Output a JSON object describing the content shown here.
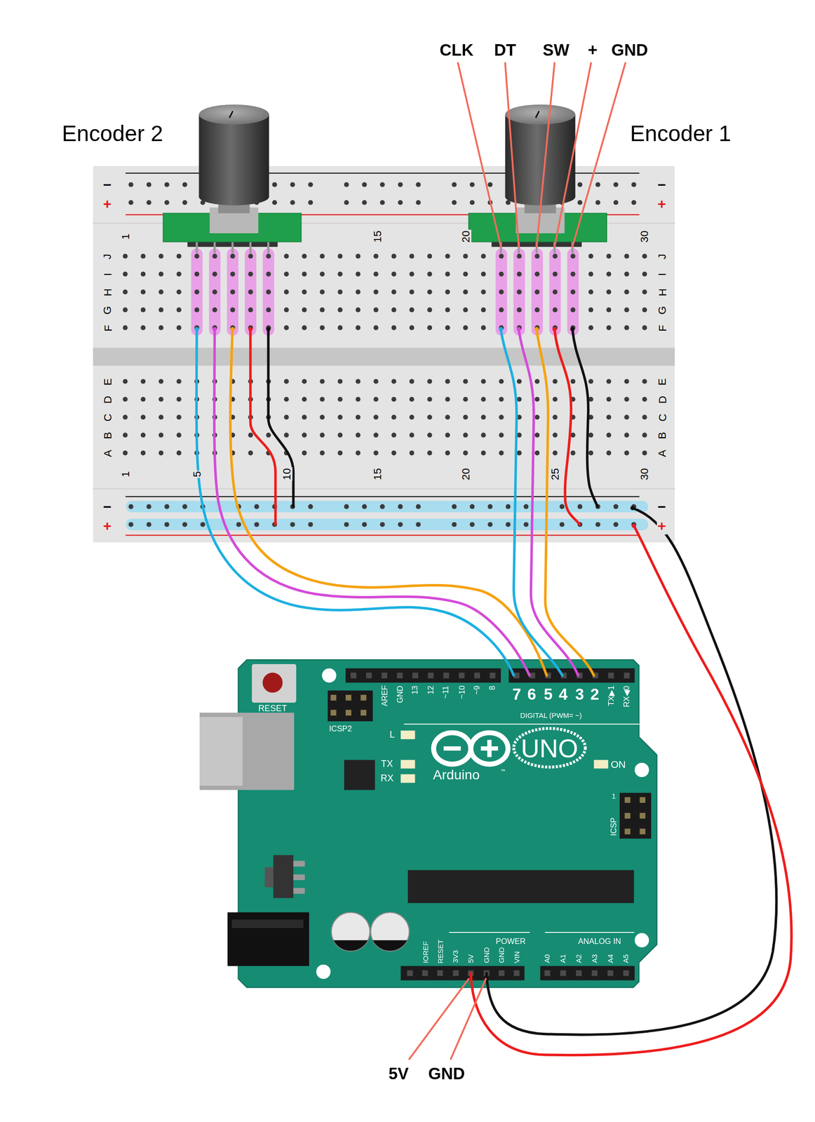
{
  "diagram": {
    "labels": [
      "CLK",
      "DT",
      "SW",
      "+",
      "GND",
      "Encoder 2",
      "Encoder 1",
      "−",
      "−",
      "+",
      "+",
      "1",
      "15",
      "20",
      "30",
      "J",
      "J",
      "I",
      "I",
      "H",
      "H",
      "G",
      "G",
      "F",
      "F",
      "E",
      "E",
      "D",
      "D",
      "C",
      "C",
      "B",
      "B",
      "A",
      "A",
      "1",
      "5",
      "10",
      "15",
      "20",
      "25",
      "30",
      "−",
      "−",
      "+",
      "+",
      "RESET",
      "AREF",
      "GND",
      "13",
      "12",
      "~11",
      "~10",
      "~9",
      "8",
      "7",
      "6",
      "5",
      "4",
      "3",
      "2",
      "TX▶1",
      "RX◀0",
      "DIGITAL (PWM= ~)",
      "ICSP2",
      "L",
      "TX",
      "RX",
      "UNO",
      "ON",
      "Arduino",
      "™",
      "1",
      "ICSP",
      "POWER",
      "ANALOG IN",
      "IOREF",
      "RESET",
      "3V3",
      "5V",
      "GND",
      "GND",
      "VIN",
      "A0",
      "A1",
      "A2",
      "A3",
      "A4",
      "A5",
      "5V",
      "GND"
    ]
  }
}
